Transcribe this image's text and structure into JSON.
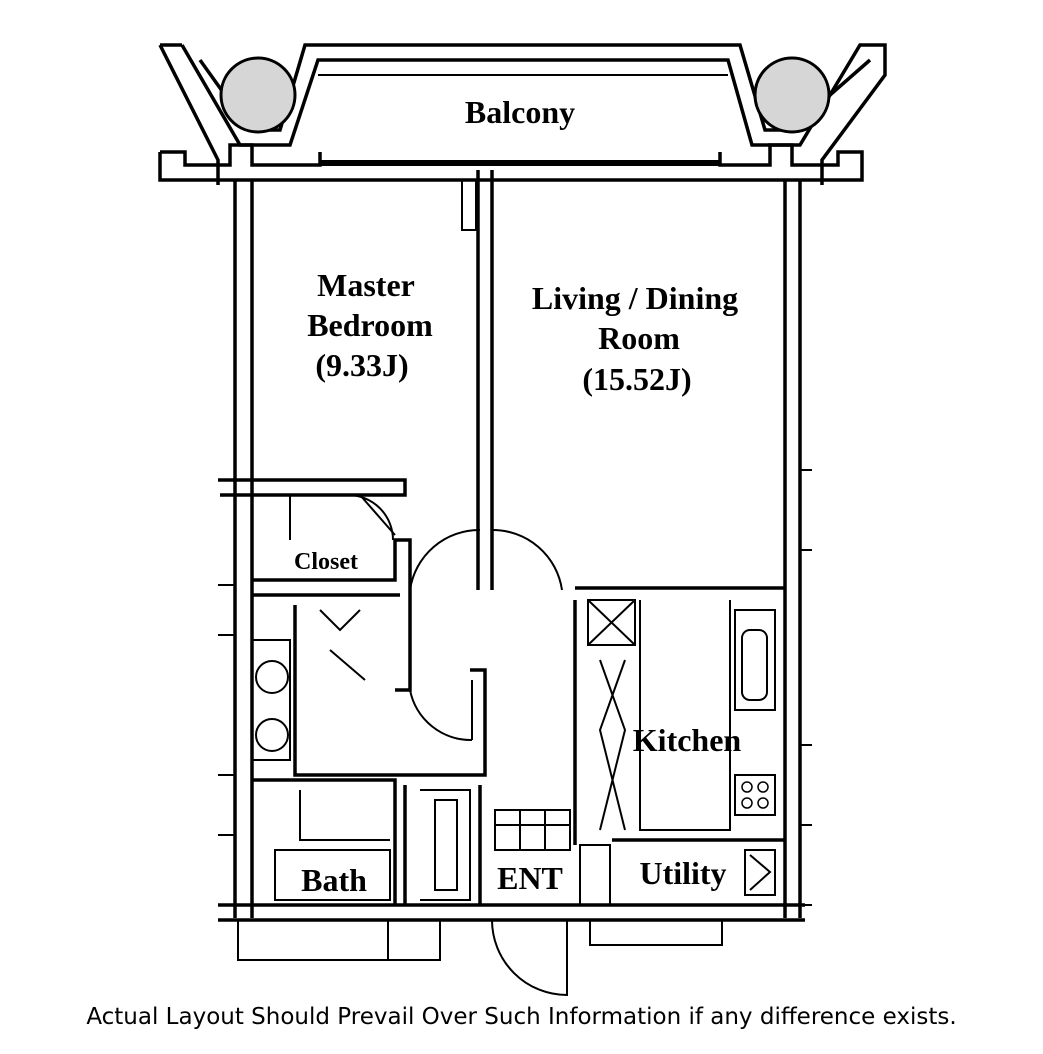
{
  "rooms": {
    "balcony": "Balcony",
    "master_bedroom_line1": "Master",
    "master_bedroom_line2": "Bedroom",
    "master_bedroom_area": "(9.33J)",
    "living_line1": "Living / Dining",
    "living_line2": "Room",
    "living_area": "(15.52J)",
    "closet": "Closet",
    "kitchen": "Kitchen",
    "bath": "Bath",
    "entrance": "ENT",
    "utility": "Utility"
  },
  "disclaimer": "Actual Layout Should Prevail Over Such Information if any difference exists."
}
